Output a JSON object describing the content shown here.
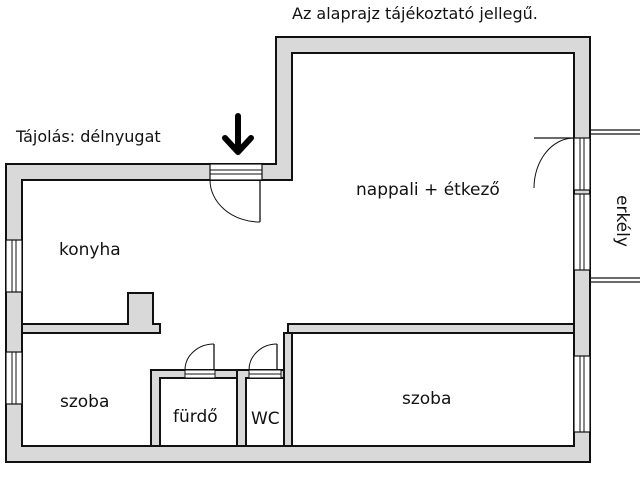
{
  "disclaimer": "Az alaprajz tájékoztató jellegű.",
  "orientation": "Tájolás: délnyugat",
  "rooms": {
    "kitchen": "konyha",
    "living_dining": "nappali + étkező",
    "balcony": "erkély",
    "bedroom_left": "szoba",
    "bathroom": "fürdő",
    "wc": "WC",
    "bedroom_right": "szoba"
  },
  "icons": {
    "compass": "arrow-down-icon"
  },
  "colors": {
    "wall_fill": "#d9d9d9",
    "wall_stroke": "#111111",
    "background": "#ffffff"
  }
}
